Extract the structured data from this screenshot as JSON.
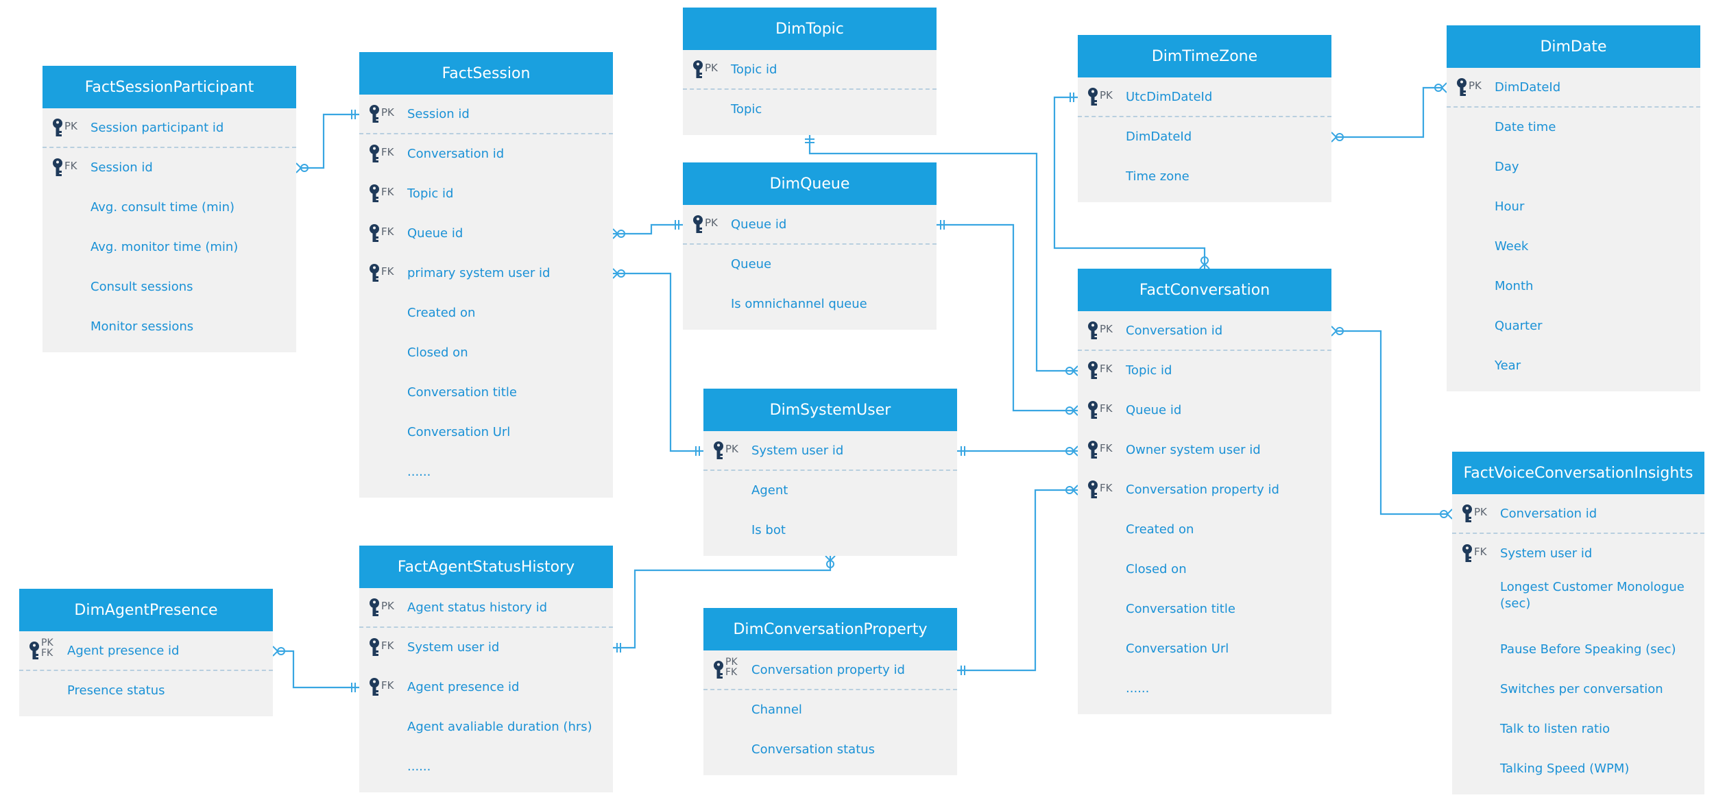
{
  "diagram": {
    "entities": [
      {
        "id": "FactSessionParticipant",
        "title": "FactSessionParticipant",
        "fields": [
          {
            "key": "PK",
            "name": "Session participant id"
          },
          {
            "key": "FK",
            "name": "Session id"
          },
          {
            "key": "",
            "name": "Avg. consult time (min)"
          },
          {
            "key": "",
            "name": "Avg. monitor time (min)"
          },
          {
            "key": "",
            "name": "Consult sessions"
          },
          {
            "key": "",
            "name": "Monitor sessions"
          }
        ]
      },
      {
        "id": "FactSession",
        "title": "FactSession",
        "fields": [
          {
            "key": "PK",
            "name": "Session id"
          },
          {
            "key": "FK",
            "name": "Conversation id"
          },
          {
            "key": "FK",
            "name": "Topic id"
          },
          {
            "key": "FK",
            "name": "Queue id"
          },
          {
            "key": "FK",
            "name": "primary system user id"
          },
          {
            "key": "",
            "name": "Created on"
          },
          {
            "key": "",
            "name": "Closed on"
          },
          {
            "key": "",
            "name": "Conversation title"
          },
          {
            "key": "",
            "name": "Conversation Url"
          },
          {
            "key": "",
            "name": "......"
          }
        ]
      },
      {
        "id": "DimTopic",
        "title": "DimTopic",
        "fields": [
          {
            "key": "PK",
            "name": "Topic id"
          },
          {
            "key": "",
            "name": "Topic"
          }
        ]
      },
      {
        "id": "DimQueue",
        "title": "DimQueue",
        "fields": [
          {
            "key": "PK",
            "name": "Queue id"
          },
          {
            "key": "",
            "name": "Queue"
          },
          {
            "key": "",
            "name": "Is omnichannel queue"
          }
        ]
      },
      {
        "id": "DimTimeZone",
        "title": "DimTimeZone",
        "fields": [
          {
            "key": "PK",
            "name": "UtcDimDateId"
          },
          {
            "key": "",
            "name": "DimDateId"
          },
          {
            "key": "",
            "name": "Time zone"
          }
        ]
      },
      {
        "id": "DimDate",
        "title": "DimDate",
        "fields": [
          {
            "key": "PK",
            "name": "DimDateId"
          },
          {
            "key": "",
            "name": "Date time"
          },
          {
            "key": "",
            "name": "Day"
          },
          {
            "key": "",
            "name": "Hour"
          },
          {
            "key": "",
            "name": "Week"
          },
          {
            "key": "",
            "name": "Month"
          },
          {
            "key": "",
            "name": "Quarter"
          },
          {
            "key": "",
            "name": "Year"
          }
        ]
      },
      {
        "id": "FactConversation",
        "title": "FactConversation",
        "fields": [
          {
            "key": "PK",
            "name": "Conversation id"
          },
          {
            "key": "FK",
            "name": "Topic id"
          },
          {
            "key": "FK",
            "name": "Queue id"
          },
          {
            "key": "FK",
            "name": "Owner system user id"
          },
          {
            "key": "FK",
            "name": "Conversation property id"
          },
          {
            "key": "",
            "name": "Created on"
          },
          {
            "key": "",
            "name": "Closed on"
          },
          {
            "key": "",
            "name": "Conversation title"
          },
          {
            "key": "",
            "name": "Conversation Url"
          },
          {
            "key": "",
            "name": "......"
          }
        ]
      },
      {
        "id": "DimSystemUser",
        "title": "DimSystemUser",
        "fields": [
          {
            "key": "PK",
            "name": "System user id"
          },
          {
            "key": "",
            "name": "Agent"
          },
          {
            "key": "",
            "name": "Is bot"
          }
        ]
      },
      {
        "id": "FactVoiceConversationInsights",
        "title": "FactVoiceConversationInsights",
        "fields": [
          {
            "key": "PK",
            "name": "Conversation id"
          },
          {
            "key": "FK",
            "name": "System user id"
          },
          {
            "key": "",
            "name": "Longest Customer Monologue (sec)"
          },
          {
            "key": "",
            "name": "Pause Before Speaking (sec)"
          },
          {
            "key": "",
            "name": "Switches per conversation"
          },
          {
            "key": "",
            "name": "Talk to listen ratio"
          },
          {
            "key": "",
            "name": "Talking Speed (WPM)"
          }
        ]
      },
      {
        "id": "FactAgentStatusHistory",
        "title": "FactAgentStatusHistory",
        "fields": [
          {
            "key": "PK",
            "name": "Agent status history id"
          },
          {
            "key": "FK",
            "name": "System user id"
          },
          {
            "key": "FK",
            "name": "Agent presence id"
          },
          {
            "key": "",
            "name": "Agent avaliable duration (hrs)"
          },
          {
            "key": "",
            "name": "......"
          }
        ]
      },
      {
        "id": "DimAgentPresence",
        "title": "DimAgentPresence",
        "fields": [
          {
            "key": "PK FK",
            "name": "Agent presence id"
          },
          {
            "key": "",
            "name": "Presence status"
          }
        ]
      },
      {
        "id": "DimConversationProperty",
        "title": "DimConversationProperty",
        "fields": [
          {
            "key": "PK FK",
            "name": "Conversation property id"
          },
          {
            "key": "",
            "name": "Channel"
          },
          {
            "key": "",
            "name": "Conversation status"
          }
        ]
      }
    ],
    "colors": {
      "header": "#1aa0df",
      "header_text": "#ffffff",
      "body": "#f1f1f1",
      "field_text": "#1a91d6",
      "line": "#38a6e2",
      "key_icon": "#1f3a5a"
    }
  }
}
